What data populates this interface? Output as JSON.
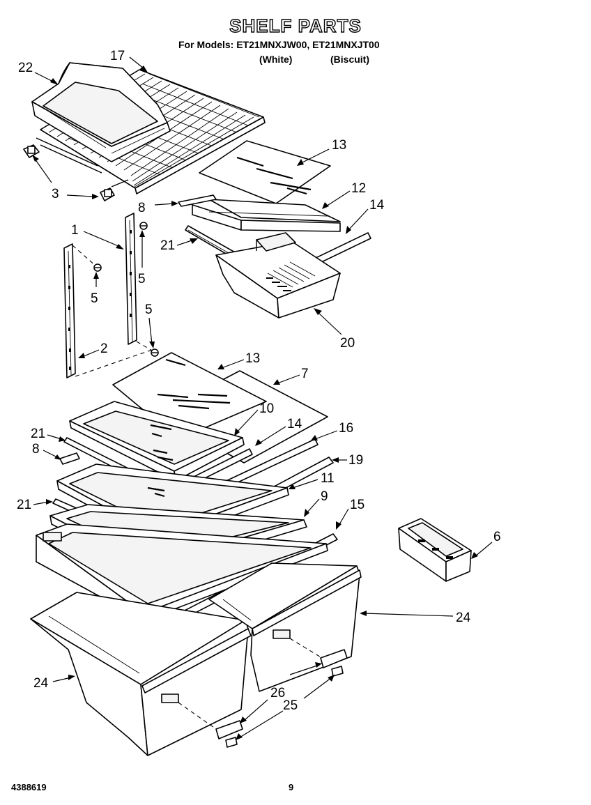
{
  "header": {
    "title": "SHELF PARTS",
    "models_line": "For Models:  ET21MNXJW00, ET21MNXJT00",
    "variant_white": "(White)",
    "variant_biscuit": "(Biscuit)"
  },
  "footer": {
    "doc_number": "4388619",
    "page_number": "9"
  },
  "callouts": {
    "c22": "22",
    "c17": "17",
    "c3": "3",
    "c13a": "13",
    "c12": "12",
    "c14a": "14",
    "c8a": "8",
    "c1": "1",
    "c5a": "5",
    "c5b": "5",
    "c5c": "5",
    "c21a": "21",
    "c20": "20",
    "c2": "2",
    "c13b": "13",
    "c7": "7",
    "c10": "10",
    "c14b": "14",
    "c16": "16",
    "c21b": "21",
    "c8b": "8",
    "c19": "19",
    "c11": "11",
    "c21c": "21",
    "c9": "9",
    "c15": "15",
    "c6": "6",
    "c24a": "24",
    "c24b": "24",
    "c26": "26",
    "c25": "25"
  }
}
